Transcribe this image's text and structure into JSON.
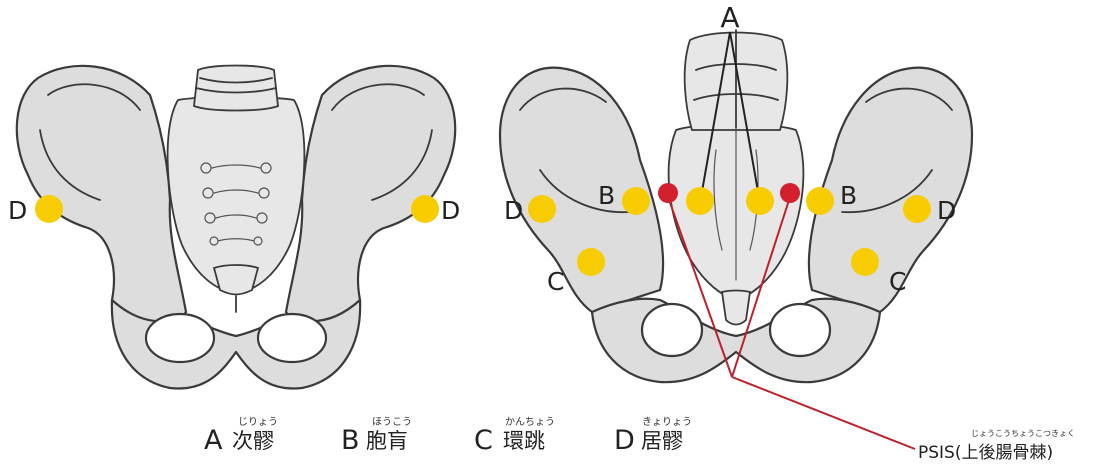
{
  "colors": {
    "bone": "#dddddd",
    "outline": "#3a3a3a",
    "point_yellow": "#f7cc00",
    "point_red": "#d4202e",
    "pointer_line": "#c0202a"
  },
  "points": {
    "A": "A",
    "B": "B",
    "C": "C",
    "D": "D"
  },
  "legend": [
    {
      "letter": "A",
      "name": "次髎",
      "reading": "じりょう"
    },
    {
      "letter": "B",
      "name": "胞肓",
      "reading": "ほうこう"
    },
    {
      "letter": "C",
      "name": "環跳",
      "reading": "かんちょう"
    },
    {
      "letter": "D",
      "name": "居髎",
      "reading": "きょりょう"
    }
  ],
  "psis": {
    "label": "PSIS(上後腸骨棘)",
    "reading": "じょうこうちょうこつきょく"
  }
}
